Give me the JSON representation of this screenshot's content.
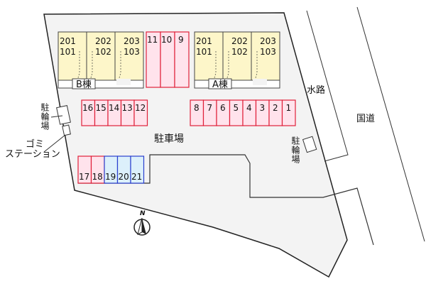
{
  "colors": {
    "building": "#fdf6c9",
    "parking_red": "#ffe3ec",
    "red_border": "#e0203a",
    "parking_blue": "#dcf0fb",
    "blue_border": "#2a3fcf",
    "lot": "#f3f3f3"
  },
  "buildings": [
    {
      "label": "B棟",
      "units": [
        {
          "upper": "201",
          "lower": "101"
        },
        {
          "upper": "202",
          "lower": "102"
        },
        {
          "upper": "203",
          "lower": "103"
        }
      ]
    },
    {
      "label": "A棟",
      "units": [
        {
          "upper": "201",
          "lower": "101"
        },
        {
          "upper": "202",
          "lower": "102"
        },
        {
          "upper": "203",
          "lower": "103"
        }
      ]
    }
  ],
  "parking": {
    "top": [
      "11",
      "10",
      "9"
    ],
    "row_left": [
      "16",
      "15",
      "14",
      "13",
      "12"
    ],
    "row_right": [
      "8",
      "7",
      "6",
      "5",
      "4",
      "3",
      "2",
      "1"
    ],
    "bottom_red": [
      "17",
      "18"
    ],
    "bottom_blue": [
      "19",
      "20",
      "21"
    ]
  },
  "labels": {
    "parking_lot": "駐車場",
    "bicycle_left": "駐輪場",
    "garbage_line1": "ゴミ",
    "garbage_line2": "ステーション",
    "bicycle_right": "駐輪場",
    "waterway": "水路",
    "national_road": "国道",
    "north": "N"
  }
}
